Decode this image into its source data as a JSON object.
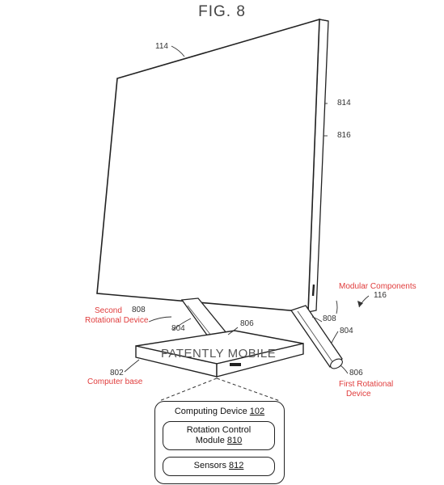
{
  "figure": {
    "title": "FIG. 8",
    "watermark": "PATENTLY MOBILE",
    "refs": {
      "display": "114",
      "r814": "814",
      "r816": "816",
      "r808_left": "808",
      "r804_left": "804",
      "r806_top": "806",
      "r808_right": "808",
      "r804_right": "804",
      "r806_right": "806",
      "r802": "802",
      "r116": "116"
    },
    "labels": {
      "second_rotational_line1": "Second",
      "second_rotational_line2": "Rotational Device",
      "computer_base": "Computer base",
      "first_rotational_line1": "First Rotational",
      "first_rotational_line2": "Device",
      "modular_components": "Modular Components"
    },
    "block": {
      "computing_device": "Computing Device",
      "computing_device_ref": "102",
      "rotation_control_line1": "Rotation Control",
      "rotation_control_line2": "Module",
      "rotation_control_ref": "810",
      "sensors": "Sensors",
      "sensors_ref": "812"
    }
  }
}
